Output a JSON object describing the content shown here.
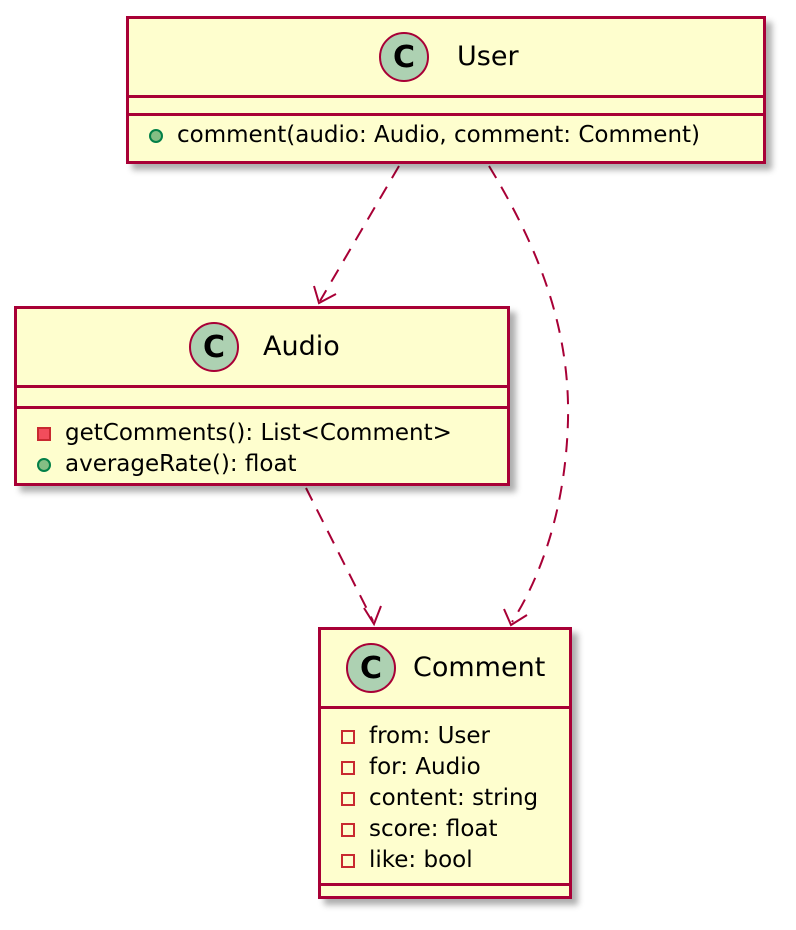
{
  "diagram": {
    "classes": {
      "user": {
        "badge": "C",
        "name": "User",
        "methods": [
          {
            "visibility": "public",
            "text": "comment(audio: Audio, comment: Comment)"
          }
        ]
      },
      "audio": {
        "badge": "C",
        "name": "Audio",
        "methods": [
          {
            "visibility": "private",
            "text": "getComments(): List<Comment>"
          },
          {
            "visibility": "public",
            "text": "averageRate(): float"
          }
        ]
      },
      "comment": {
        "badge": "C",
        "name": "Comment",
        "fields": [
          {
            "visibility": "private",
            "text": "from: User"
          },
          {
            "visibility": "private",
            "text": "for: Audio"
          },
          {
            "visibility": "private",
            "text": "content: string"
          },
          {
            "visibility": "private",
            "text": "score: float"
          },
          {
            "visibility": "private",
            "text": "like: bool"
          }
        ]
      }
    },
    "relations": [
      {
        "from": "User",
        "to": "Audio",
        "type": "dependency"
      },
      {
        "from": "User",
        "to": "Comment",
        "type": "dependency"
      },
      {
        "from": "Audio",
        "to": "Comment",
        "type": "dependency"
      }
    ],
    "colors": {
      "class_fill": "#fefece",
      "class_border": "#a80036",
      "badge_fill": "#add1b2",
      "arrow": "#a80036",
      "public_fill": "#84be84",
      "public_border": "#038048",
      "private_border": "#c82930",
      "private_method_fill": "#f24d5c"
    }
  }
}
